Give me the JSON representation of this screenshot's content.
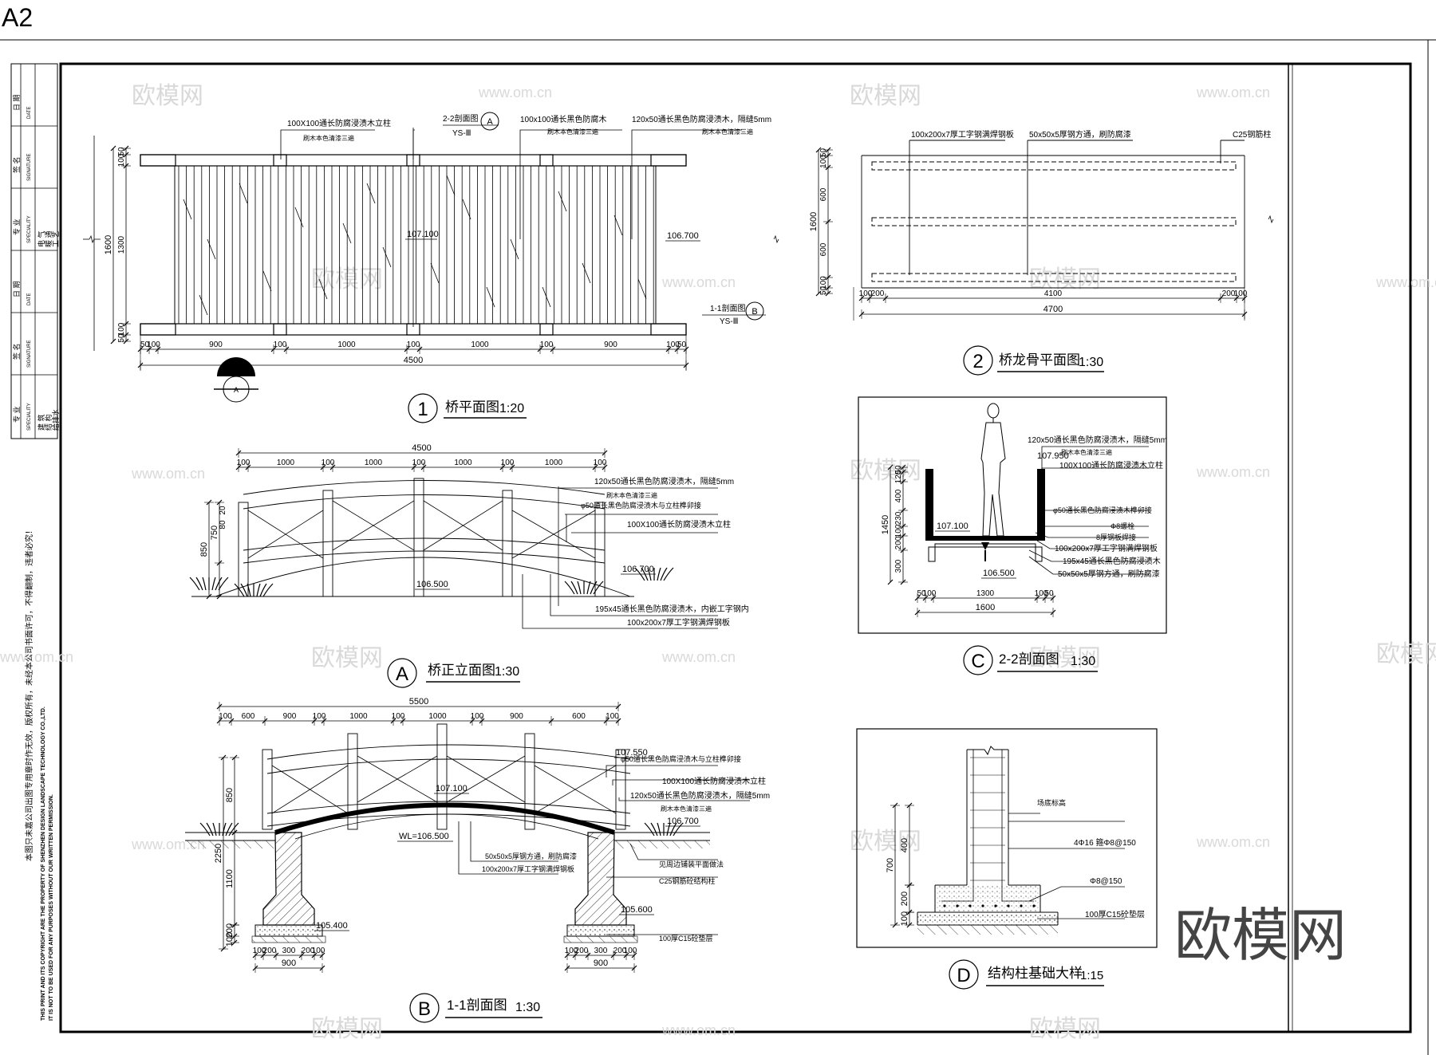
{
  "sheet": {
    "size_code": "A2",
    "watermark_brand": "欧模网",
    "watermark_url": "www.om.cn"
  },
  "title_block": {
    "cells": [
      {
        "cn": "日 期",
        "en": "DATE"
      },
      {
        "cn": "签 名",
        "en": "SIGNATURE"
      },
      {
        "cn": "专 业",
        "en": "SPECIALITY"
      },
      {
        "cn": "日 期",
        "en": "DATE"
      },
      {
        "cn": "签 名",
        "en": "SIGNATURE"
      },
      {
        "cn": "专 业",
        "en": "SPECIALITY"
      }
    ],
    "specialities_1": [
      "电 气",
      "暖 通",
      "工 艺"
    ],
    "specialities_2": [
      "建 筑",
      "结 构",
      "给排水"
    ],
    "copyright_cn": "本图只未嘉公司出图专用章时作无效，版权所有，未经本公司书面许可，不得翻制，违者必究！",
    "copyright_en_1": "THIS PRINT AND ITS COPYRIGHT ARE THE PROPERTY OF SHENZHEN DESIGN LANDSCAPE TECHNOLOGY CO.,LTD.",
    "copyright_en_2": "IT IS NOT TO BE USED FOR ANY PURPOSES WITHOUT OUR WRITTEN PERMISSION."
  },
  "view1": {
    "num": "1",
    "title": "桥平面图",
    "scale": "1:20",
    "notes": [
      "100X100通长防腐浸渍木立柱",
      "刷木本色清漆三遍",
      "100x100通长黑色防腐木",
      "刷木本色清漆三遍",
      "120x50通长黑色防腐浸渍木，隔缝5mm",
      "刷木本色清漆三遍"
    ],
    "section22": {
      "label": "2-2剖面图",
      "ref": "YS-Ⅲ",
      "letter": "A"
    },
    "section11": {
      "label": "1-1剖面图",
      "ref": "YS-Ⅲ",
      "letter": "B"
    },
    "elev_mid": "107.100",
    "elev_right": "106.700",
    "dims_bottom": [
      "50",
      "100",
      "900",
      "100",
      "1000",
      "100",
      "1000",
      "100",
      "900",
      "100",
      "50"
    ],
    "dim_total": "4500",
    "dims_left": [
      "50",
      "100",
      "1300",
      "100",
      "50"
    ],
    "dim_left_total": "1600",
    "cut_letter": "A"
  },
  "view2": {
    "num": "2",
    "title": "桥龙骨平面图",
    "scale": "1:30",
    "notes": [
      "100x200x7厚工字钢满焊钢板",
      "50x50x5厚钢方通，刷防腐漆",
      "C25钢筋柱"
    ],
    "dims_left": [
      "50",
      "100",
      "600",
      "600",
      "100",
      "50"
    ],
    "dim_left_total": "1600",
    "dims_bottom": [
      "100",
      "200",
      "4100",
      "200",
      "100"
    ],
    "dim_total": "4700"
  },
  "viewA": {
    "letter": "A",
    "title": "桥正立面图",
    "scale": "1:30",
    "dims_top": [
      "100",
      "1000",
      "100",
      "1000",
      "100",
      "1000",
      "100",
      "1000",
      "100"
    ],
    "dim_total": "4500",
    "dims_left": [
      "850",
      "750",
      "80",
      "20"
    ],
    "notes": [
      "120x50通长黑色防腐浸渍木，隔缝5mm",
      "刷木本色清漆三遍",
      "φ50通长黑色防腐浸渍木与立柱榫卯接",
      "100X100通长防腐浸渍木立柱",
      "195x45通长黑色防腐浸渍木，内嵌工字钢内",
      "100x200x7厚工字钢满焊钢板"
    ],
    "elev_right": "106.700",
    "elev_mid": "106.500"
  },
  "viewB": {
    "letter": "B",
    "title": "1-1剖面图",
    "scale": "1:30",
    "dims_top": [
      "100",
      "600",
      "900",
      "100",
      "1000",
      "100",
      "1000",
      "100",
      "900",
      "600",
      "100"
    ],
    "dim_total": "5500",
    "dims_left": [
      "850",
      "2250",
      "1100",
      "200",
      "100"
    ],
    "dims_base": [
      "100",
      "200",
      "300",
      "200",
      "100"
    ],
    "dim_base_total": "900",
    "elev_top": "107.550",
    "elev_mid": "107.100",
    "elev_right": "106.700",
    "wl": "WL=106.500",
    "elev_foot_l": "105.400",
    "elev_foot_r": "105.600",
    "notes": [
      "φ50通长黑色防腐浸渍木与立柱榫卯接",
      "100X100通长防腐浸渍木立柱",
      "120x50通长黑色防腐浸渍木，隔缝5mm",
      "刷木本色清漆三遍",
      "见周边铺装平面做法",
      "C25钢筋砼结构柱",
      "100厚C15砼垫层"
    ],
    "notes_mid": [
      "50x50x5厚钢方通，刷防腐漆",
      "100x200x7厚工字钢满焊钢板"
    ]
  },
  "viewC": {
    "letter": "C",
    "title": "2-2剖面图",
    "scale": "1:30",
    "notes": [
      "120x50通长黑色防腐浸渍木，隔缝5mm",
      "刷木本色清漆三遍",
      "100X100通长防腐浸渍木立柱",
      "φ50通长黑色防腐浸渍木榫卯接",
      "Φ8螺栓",
      "8厚钢板焊接",
      "100x200x7厚工字钢满焊钢板",
      "195x45通长黑色防腐浸渍木",
      "50x50x5厚钢方通，刷防腐漆"
    ],
    "elev_top": "107.950",
    "elev_mid": "107.100",
    "elev_bot": "106.500",
    "dims_left": [
      "50",
      "120",
      "400",
      "230",
      "100",
      "200",
      "300"
    ],
    "dim_left_total": "1450",
    "dims_bottom": [
      "50",
      "100",
      "1300",
      "100",
      "50"
    ],
    "dim_total": "1600"
  },
  "viewD": {
    "letter": "D",
    "title": "结构柱基础大样",
    "scale": "1:15",
    "notes": [
      "场底标高",
      "4Φ16 箍Φ8@150",
      "Φ8@150",
      "100厚C15砼垫层"
    ],
    "dims_left": [
      "700",
      "400",
      "200",
      "100"
    ]
  },
  "brand_logo_text": "欧模网"
}
